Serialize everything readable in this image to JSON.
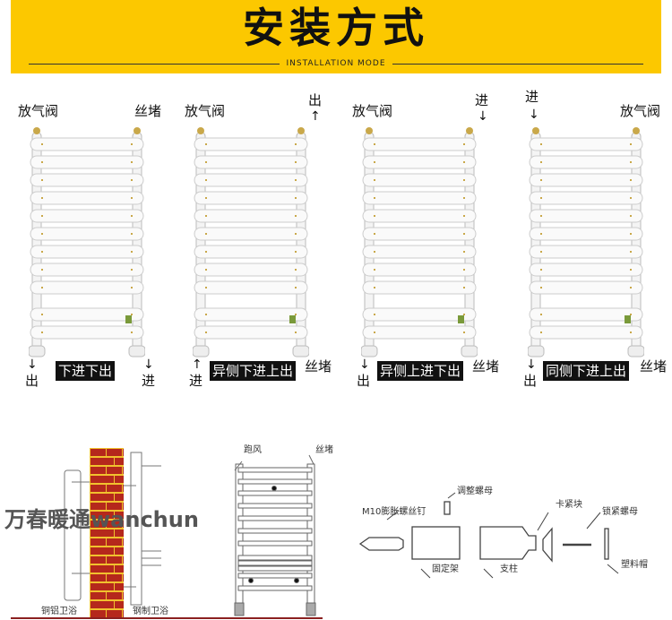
{
  "header": {
    "title": "安装方式",
    "subtitle": "INSTALLATION MODE",
    "bg": "#fcc800"
  },
  "modes": [
    {
      "top_left": "放气阀",
      "top_right": "丝堵",
      "bottom_left": "出",
      "bottom_left_arrow": "↓",
      "box": "下进下出",
      "bottom_right": "进",
      "bottom_right_arrow": "↓"
    },
    {
      "top_left": "放气阀",
      "top_right": "出",
      "top_right_arrow": "↑",
      "bottom_left": "进",
      "bottom_left_arrow": "↑",
      "box": "异侧下进上出",
      "bottom_right": "丝堵"
    },
    {
      "top_left": "放气阀",
      "top_right": "进",
      "top_right_arrow": "↓",
      "bottom_left": "出",
      "bottom_left_arrow": "↓",
      "box": "异侧上进下出",
      "bottom_right": "丝堵"
    },
    {
      "top_left": "进",
      "top_left_arrow": "↓",
      "top_right": "放气阀",
      "bottom_left": "出",
      "bottom_left_arrow": "↓",
      "box": "同侧下进上出",
      "bottom_right": "丝堵"
    }
  ],
  "wall_diagram": {
    "left_label": "铜铝卫浴",
    "right_label": "钢制卫浴"
  },
  "front_diagram": {
    "left_label": "跑风",
    "right_label": "丝堵"
  },
  "hardware": {
    "screw": "M10膨胀螺丝钉",
    "adjust_nut": "调整螺母",
    "clamp": "卡紧块",
    "lock_nut": "锁紧螺母",
    "bracket": "固定架",
    "post": "支柱",
    "cap": "塑料帽"
  },
  "watermark": "万春暖通wanchun"
}
